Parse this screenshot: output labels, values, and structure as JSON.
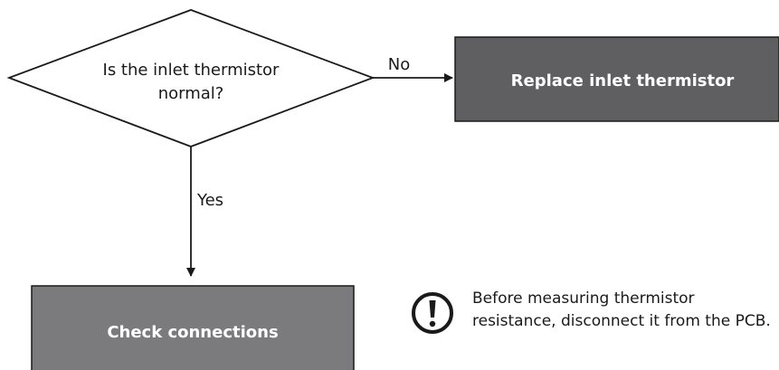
{
  "decision": {
    "line1": "Is the inlet thermistor",
    "line2": "normal?"
  },
  "branches": {
    "no_label": "No",
    "yes_label": "Yes"
  },
  "boxes": {
    "replace": "Replace inlet thermistor",
    "check": "Check connections"
  },
  "note": {
    "icon": "exclamation-circle-icon",
    "text": "Before measuring thermistor resistance, disconnect it from the PCB."
  },
  "colors": {
    "replace_box": "#5f5f61",
    "check_box": "#7b7b7d",
    "line": "#1a1a1a"
  }
}
